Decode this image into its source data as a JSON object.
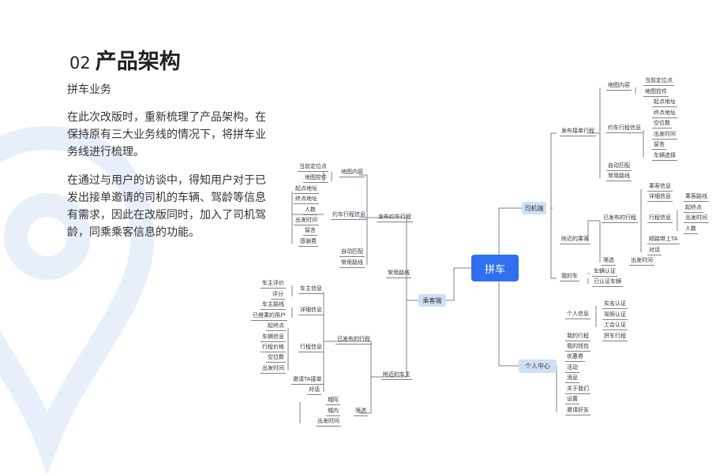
{
  "header": {
    "number": "02",
    "title": "产品架构"
  },
  "subtitle": "拼车业务",
  "paragraphs": [
    "在此次改版时，重新梳理了产品架构。在保持原有三大业务线的情况下，将拼车业务线进行梳理。",
    "在通过与用户的访谈中，得知用户对于已发出接单邀请的司机的车辆、驾龄等信息有需求，因此在改版同时，加入了司机驾龄，同乘乘客信息的功能。"
  ],
  "colors": {
    "root": "#2f6ff0",
    "branch": "#cfe0f6",
    "decor": "#e8effb"
  },
  "mindmap": {
    "root": "拼车",
    "branches": {
      "passenger": "乘客端",
      "driver": "司机端",
      "personal": "个人中心"
    },
    "nodes": {
      "p1": "当前定位点",
      "p2": "地图控件",
      "p3": "地图内容",
      "p4": "起点地址",
      "p5": "终点地址",
      "p6": "人数",
      "p7": "出发时间",
      "p8": "留言",
      "p9": "感谢费",
      "p10": "约车行程信息",
      "p11": "发布约车行程",
      "p12": "自动匹配",
      "p13": "常用路线",
      "p14": "常用路线",
      "p15": "车主评价",
      "p16": "评分",
      "p17": "车主信息",
      "p18": "车主路线",
      "p19": "已搭乘的用户",
      "p20": "详细信息",
      "p21": "起终点",
      "p22": "车辆信息",
      "p23": "行程价格",
      "p24": "空位数",
      "p25": "出发时间",
      "p26": "行程信息",
      "p27": "已发布的行程",
      "p28": "邀请TA接单",
      "p29": "对话",
      "p30": "附近的车主",
      "p31": "城际",
      "p32": "城内",
      "p33": "出发时间",
      "p34": "筛选",
      "d1": "发布接单行程",
      "d2": "地图内容",
      "d3": "当前定位点",
      "d4": "地图控件",
      "d5": "约车行程信息",
      "d6": "起点地址",
      "d7": "终点地址",
      "d8": "空位数",
      "d9": "出发时间",
      "d10": "留言",
      "d11": "车辆选择",
      "d12": "自动匹配",
      "d13": "常用路线",
      "d14": "乘客信息",
      "d15": "详细信息",
      "d16": "乘客路线",
      "d17": "已发布的行程",
      "d18": "行程信息",
      "d19": "起终点",
      "d20": "出发时间",
      "d21": "人数",
      "d22": "顺路带上TA",
      "d23": "对话",
      "d24": "附近的乘客",
      "d25": "筛选",
      "d26": "出发时间",
      "d27": "我的车",
      "d28": "车辆认证",
      "d29": "已认证车辆",
      "u1": "个人信息",
      "u2": "实名认证",
      "u3": "驾照认证",
      "u4": "工会认证",
      "u5": "我的行程",
      "u6": "拼车行程",
      "u7": "我的钱包",
      "u8": "优惠券",
      "u9": "活动",
      "u10": "消息",
      "u11": "关于我们",
      "u12": "设置",
      "u13": "邀请好友"
    }
  }
}
